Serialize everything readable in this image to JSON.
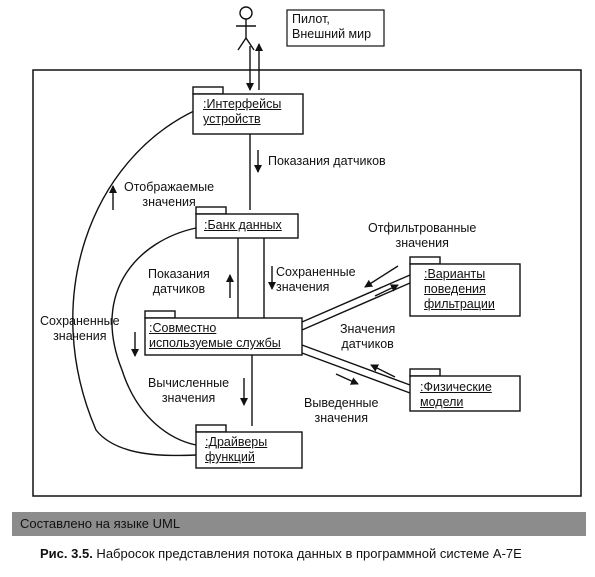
{
  "actor": {
    "label_line1": "Пилот,",
    "label_line2": "Внешний мир"
  },
  "packages": {
    "interfaces": {
      "line1": ":Интерфейсы",
      "line2": "устройств"
    },
    "databank": {
      "line1": ":Банк данных"
    },
    "shared": {
      "line1": ":Совместно",
      "line2": "используемые службы"
    },
    "filter": {
      "line1": ":Варианты",
      "line2": "поведения",
      "line3": "фильтрации"
    },
    "physics": {
      "line1": ":Физические",
      "line2": "модели"
    },
    "drivers": {
      "line1": ":Драйверы",
      "line2": "функций"
    }
  },
  "flows": {
    "sensor_readings_top": "Показания датчиков",
    "displayed_1": "Отображаемые",
    "displayed_2": "значения",
    "filtered_1": "Отфильтрованные",
    "filtered_2": "значения",
    "sensor_readings_left_1": "Показания",
    "sensor_readings_left_2": "датчиков",
    "saved_mid_1": "Сохраненные",
    "saved_mid_2": "значения",
    "saved_left_1": "Сохраненные",
    "saved_left_2": "значения",
    "values_sensors_1": "Значения",
    "values_sensors_2": "датчиков",
    "computed_1": "Вычисленные",
    "computed_2": "значения",
    "output_1": "Выведенные",
    "output_2": "значения"
  },
  "footer": {
    "strip_text": "Составлено на языке UML",
    "caption_label": "Рис. 3.5.",
    "caption_text": " Набросок представления потока данных в программной системе А-7Е"
  }
}
